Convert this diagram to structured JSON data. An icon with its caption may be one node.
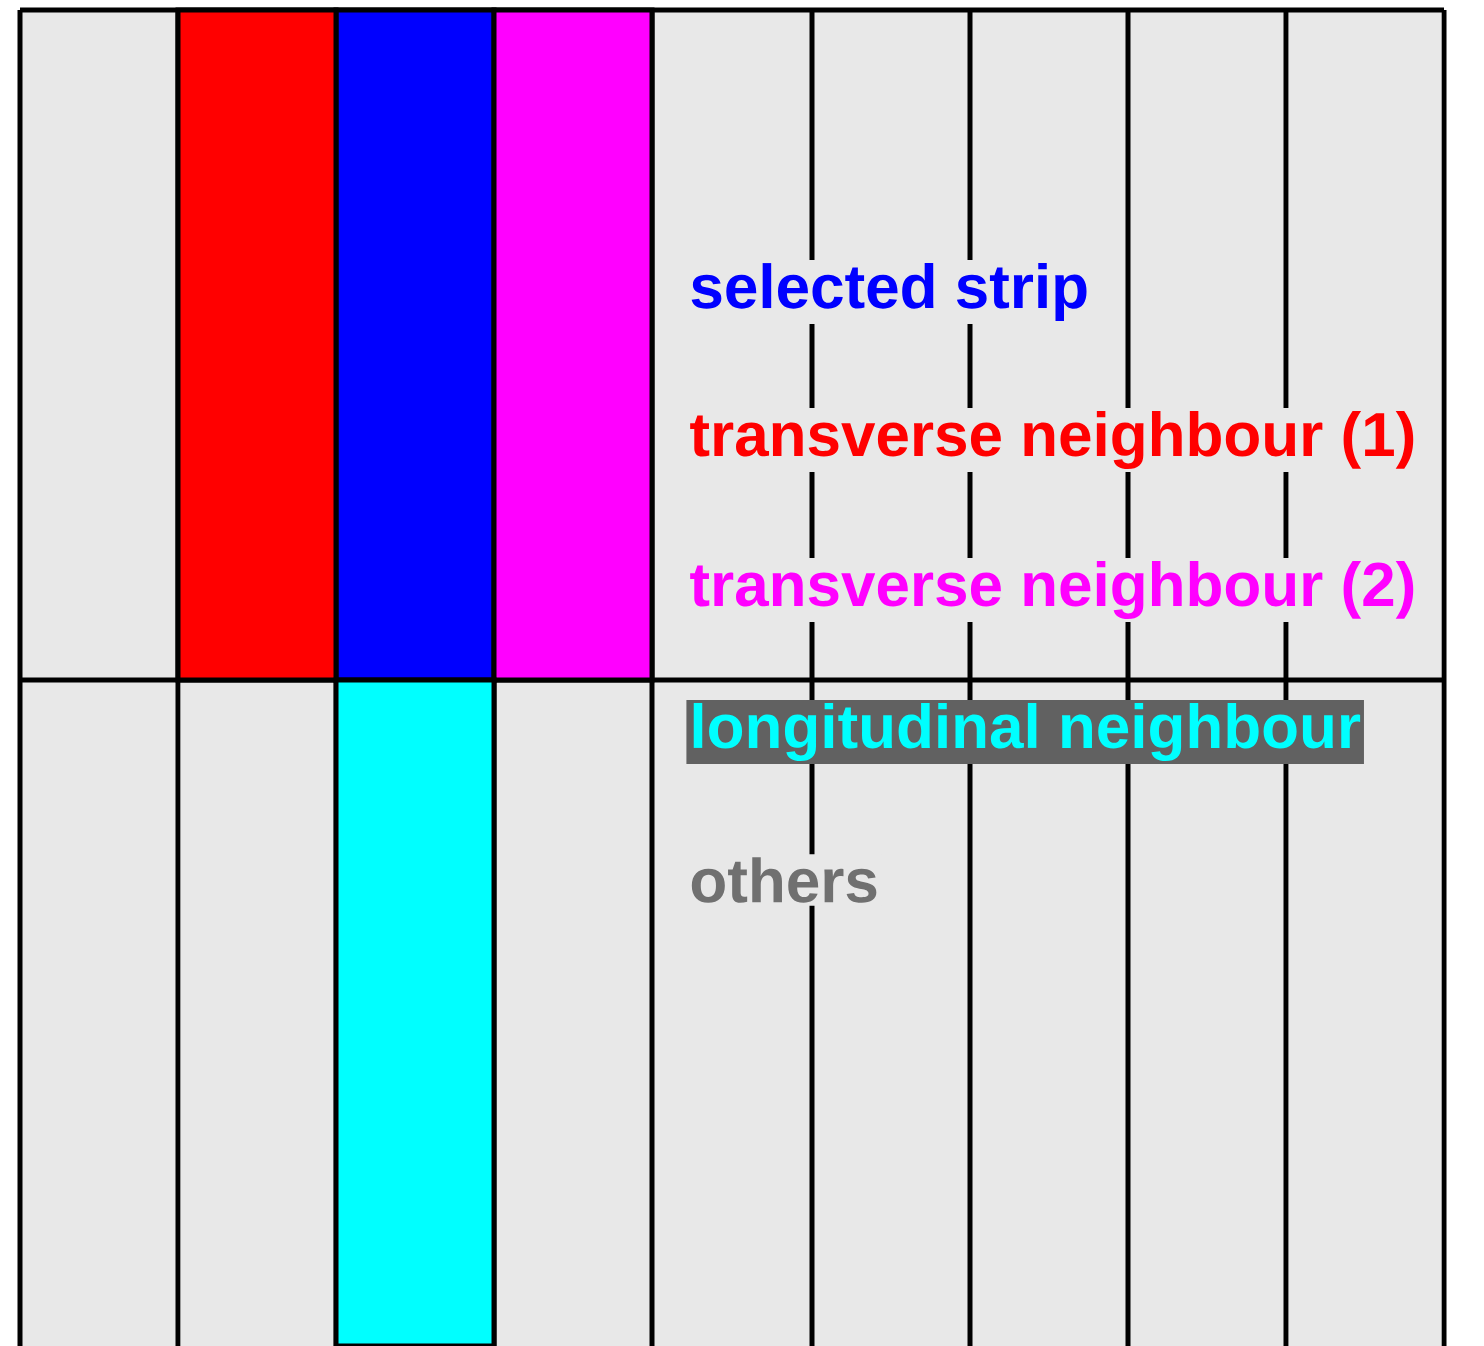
{
  "diagram": {
    "legend": [
      {
        "text": "selected strip",
        "color": "#0000ff"
      },
      {
        "text": "transverse neighbour (1)",
        "color": "#ff0000"
      },
      {
        "text": "transverse neighbour (2)",
        "color": "#ff00ff"
      },
      {
        "text": "longitudinal neighbour",
        "color": "#00ffff"
      },
      {
        "text": "others",
        "color": "#707070"
      }
    ]
  }
}
